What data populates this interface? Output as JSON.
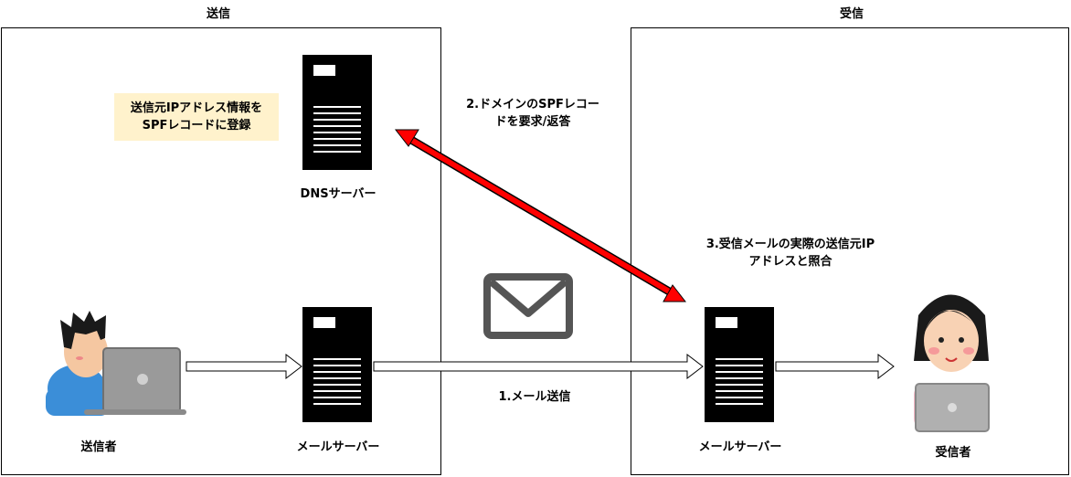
{
  "regions": {
    "send_label": "送信",
    "receive_label": "受信"
  },
  "nodes": {
    "dns_server": "DNSサーバー",
    "send_mail_server": "メールサーバー",
    "recv_mail_server": "メールサーバー",
    "sender": "送信者",
    "receiver": "受信者"
  },
  "note": {
    "line1": "送信元IPアドレス情報を",
    "line2": "SPFレコードに登録"
  },
  "steps": {
    "step1": "1.メール送信",
    "step2_line1": "2.ドメインのSPFレコー",
    "step2_line2": "ドを要求/返答",
    "step3_line1": "3.受信メールの実際の送信元IP",
    "step3_line2": "アドレスと照合"
  },
  "icons": {
    "server": "server-icon",
    "mail": "envelope-icon",
    "sender": "man-at-laptop-icon",
    "receiver": "woman-at-laptop-icon"
  },
  "colors": {
    "arrow_red": "#ff0000",
    "note_bg": "#fff2cc"
  }
}
